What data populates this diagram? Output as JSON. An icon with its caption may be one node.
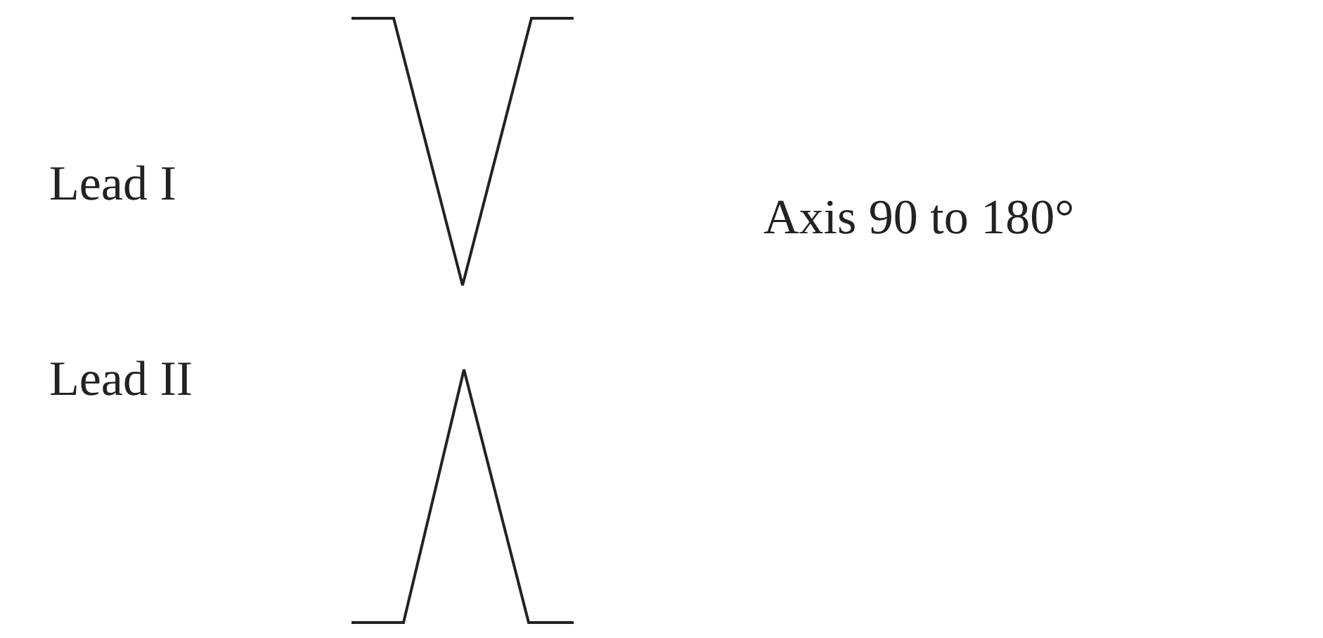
{
  "diagram": {
    "labels": [
      "Lead I",
      "Lead II",
      "Axis 90 to 180°"
    ]
  }
}
